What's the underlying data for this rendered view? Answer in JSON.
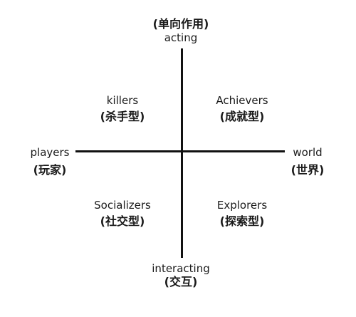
{
  "diagram": {
    "top": {
      "en": "acting",
      "zh": "(单向作用)"
    },
    "bottom": {
      "en": "interacting",
      "zh": "(交互)"
    },
    "left": {
      "en": "players",
      "zh": "(玩家)"
    },
    "right": {
      "en": "world",
      "zh": "(世界)"
    },
    "top_left": {
      "en": "killers",
      "zh": "(杀手型)"
    },
    "top_right": {
      "en": "Achievers",
      "zh": "(成就型)"
    },
    "bottom_left": {
      "en": "Socializers",
      "zh": "(社交型)"
    },
    "bottom_right": {
      "en": "Explorers",
      "zh": "(探索型)"
    }
  }
}
